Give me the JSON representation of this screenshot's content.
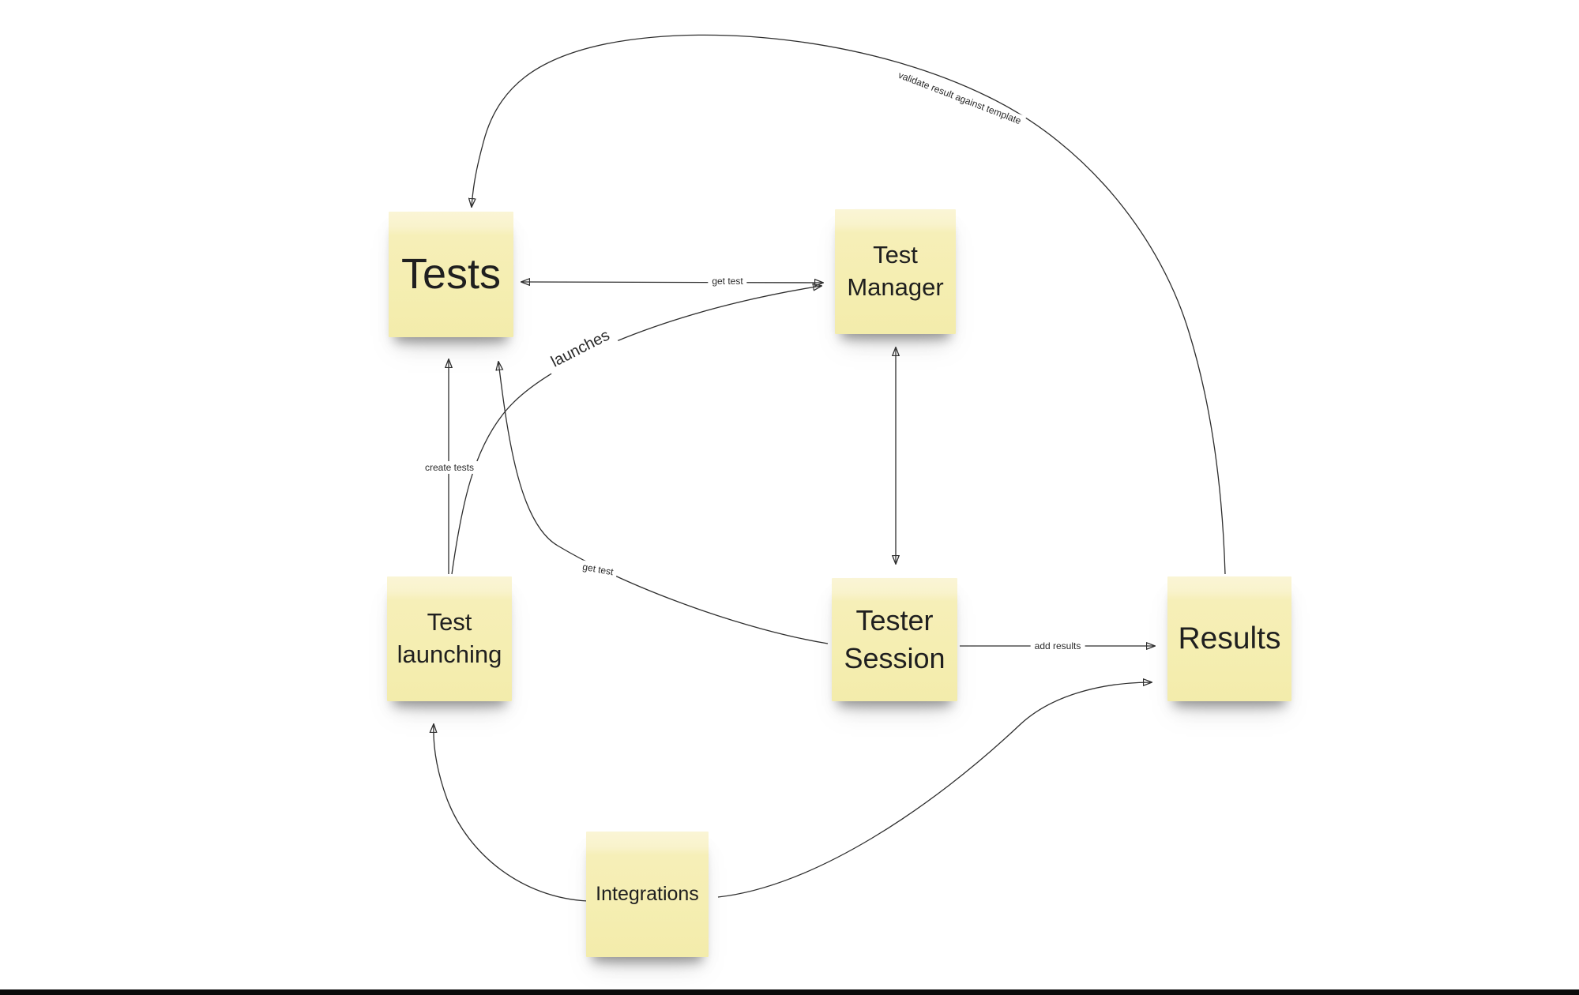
{
  "app": {
    "type": "whiteboard-diagram"
  },
  "colors": {
    "background": "#ffffff",
    "note_fill": "#f5eeb2",
    "note_fill_top": "#faf5d6",
    "note_text": "#1f1f1f",
    "connector": "#2e2e2e",
    "edge_label_text": "#2a2a2a",
    "edge_label_bg": "#ffffff",
    "bottom_bar": "#0b0b0b"
  },
  "nodes": {
    "tests": {
      "label": "Tests"
    },
    "test_manager": {
      "label": "Test Manager"
    },
    "test_launching": {
      "label": "Test launching"
    },
    "tester_session": {
      "label": "Tester Session"
    },
    "results": {
      "label": "Results"
    },
    "integrations": {
      "label": "Integrations"
    }
  },
  "edges": {
    "get_test_top": {
      "label": "get test",
      "from": "Test Manager",
      "to": "Tests",
      "arrows": "both"
    },
    "launches": {
      "label": "launches",
      "from": "Test launching",
      "to": "Test Manager",
      "arrows": "end"
    },
    "create_tests": {
      "label": "create tests",
      "from": "Test launching",
      "to": "Tests",
      "arrows": "end"
    },
    "get_test_session": {
      "label": "get test",
      "from": "Tester Session",
      "to": "Tests",
      "arrows": "end"
    },
    "manager_session": {
      "label": "",
      "from": "Test Manager",
      "to": "Tester Session",
      "arrows": "both"
    },
    "add_results": {
      "label": "add results",
      "from": "Tester Session",
      "to": "Results",
      "arrows": "end"
    },
    "validate_result": {
      "label": "validate result against template",
      "from": "Results",
      "to": "Tests",
      "arrows": "end"
    },
    "integrations_to_launching": {
      "label": "",
      "from": "Integrations",
      "to": "Test launching",
      "arrows": "end"
    },
    "integrations_to_results": {
      "label": "",
      "from": "Integrations",
      "to": "Results",
      "arrows": "end"
    }
  }
}
